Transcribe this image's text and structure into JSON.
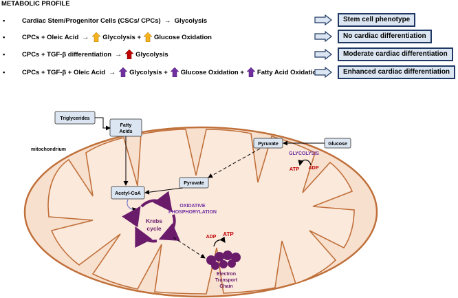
{
  "title": "METABOLIC PROFILE",
  "rows": [
    {
      "bullet": "•",
      "parts": [
        "Cardiac Stem/Progenitor Cells (CSCs/ CPCs)",
        "→",
        "Glycolysis"
      ],
      "result": "Stem cell phenotype"
    },
    {
      "bullet": "•",
      "parts": [
        "CPCs + Oleic Acid",
        "→",
        "Glycolysis +",
        "Glucose Oxidation"
      ],
      "result": "No cardiac differentiation"
    },
    {
      "bullet": "•",
      "parts": [
        "CPCs + TGF-β differentiation",
        "→",
        "Glycolysis"
      ],
      "result": "Moderate cardiac differentiation"
    },
    {
      "bullet": "•",
      "parts": [
        "CPCs + TGF-β + Oleic Acid",
        "→",
        "Glycolysis +",
        "Glucose Oxidation +",
        "Fatty Acid Oxidation"
      ],
      "result": "Enhanced cardiac differentiation"
    }
  ],
  "diagram": {
    "triglycerides": "Triglycerides",
    "fatty_acids_1": "Fatty",
    "fatty_acids_2": "Acids",
    "mitochondrium": "mitochondrium",
    "pyruvate_top": "Pyruvate",
    "glucose": "Glucose",
    "glycolysis": "GLYCOLYSIS",
    "atp_right": "ATP",
    "adp_right": "ADP",
    "pyruvate_mid": "Pyruvate",
    "acetyl_coa": "Acetyl-CoA",
    "oxphos_1": "OXIDATIVE",
    "oxphos_2": "PHOSPHORYLATION",
    "krebs_1": "Krebs",
    "krebs_2": "cycle",
    "adp_etc": "ADP",
    "atp_etc": "ATP",
    "etc_1": "Electron",
    "etc_2": "Transport",
    "etc_3": "Chain"
  },
  "colors": {
    "up_orange": "#f5b21c",
    "up_red": "#c00000",
    "up_purple": "#7030a0",
    "box_fill": "#dce6f2",
    "box_border": "#1f3864",
    "mito_fill": "#f8e0cf",
    "mito_stroke": "#c0703a",
    "krebs_purple": "#6a1b6a",
    "atp_red": "#c00000",
    "glycolysis_purple": "#7030a0"
  }
}
